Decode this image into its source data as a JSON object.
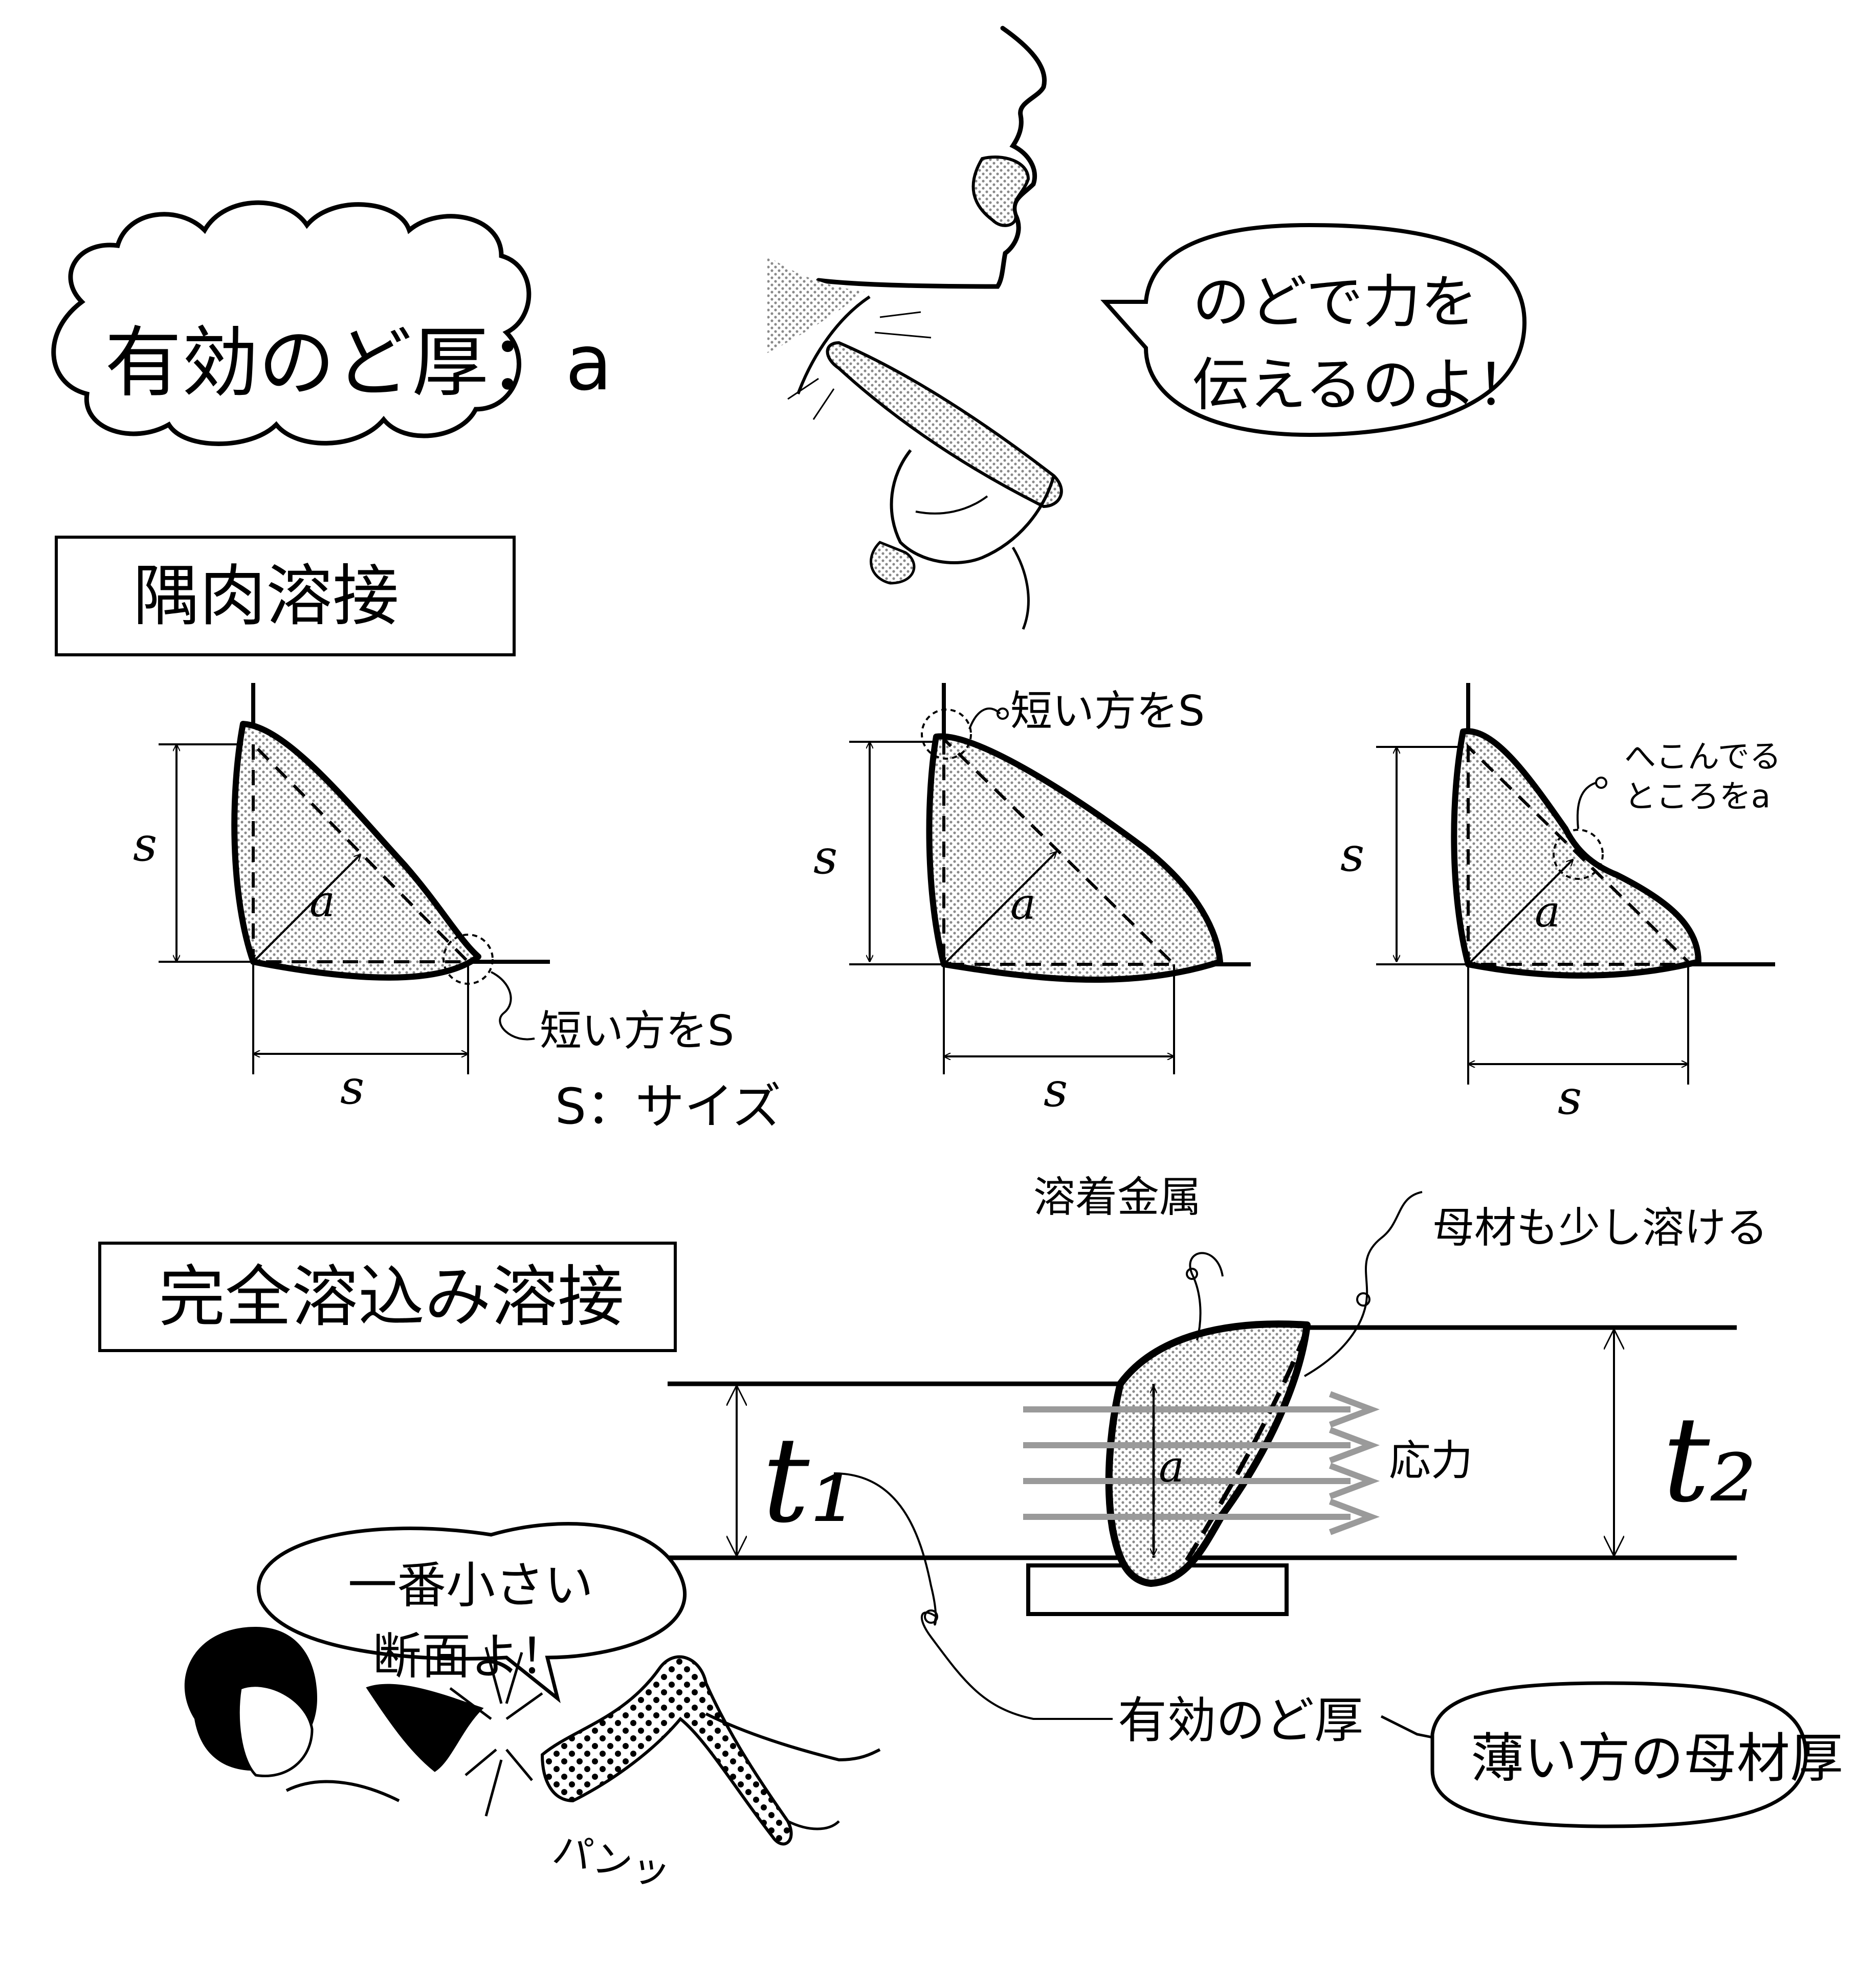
{
  "header": {
    "title_badge": "有効のど厚：a",
    "speech_top": [
      "のどで力を",
      "伝えるのよ！"
    ]
  },
  "fillet_section": {
    "label": "隅肉溶接",
    "size_symbol": "s",
    "throat_symbol": "a",
    "size_legend": "S：サイズ",
    "diagrams": [
      {
        "note": "短い方をS"
      },
      {
        "note": "短い方をS"
      },
      {
        "note": [
          "へこんでる",
          "ところをa"
        ]
      }
    ]
  },
  "penetration_section": {
    "label": "完全溶込み溶接",
    "weld_metal_label": "溶着金属",
    "base_melt_label": "母材も少し溶ける",
    "stress_label": "応力",
    "throat_symbol": "a",
    "t1_label": "t₁",
    "t2_label": "t₂",
    "effective_throat_label": "有効のど厚",
    "thinner_plate_label": "薄い方の母材厚"
  },
  "speech_bottom": [
    "一番小さい",
    "断面よ！"
  ],
  "sfx": "パンッ",
  "colors": {
    "ink": "#000000",
    "paper": "#ffffff",
    "screen_tone": "#c8c8c8"
  }
}
